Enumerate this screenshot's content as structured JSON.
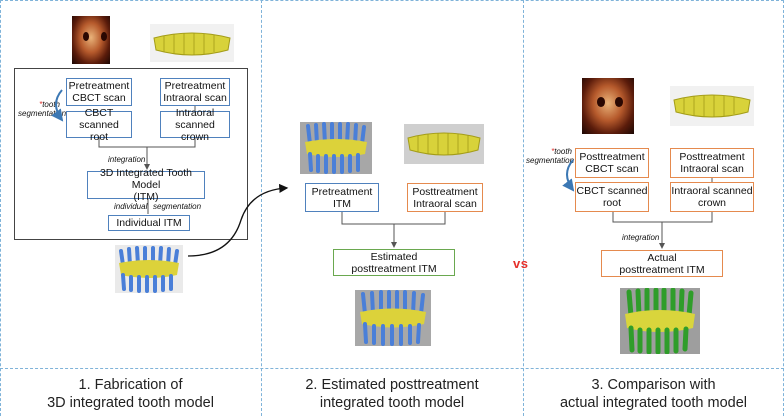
{
  "panel1": {
    "boxes": {
      "pre_cbct": "Pretreatment\nCBCT scan",
      "pre_intraoral": "Pretreatment\nIntraoral scan",
      "cbct_root": "CBCT scanned\nroot",
      "intraoral_crown": "Intraoral scanned\ncrown",
      "itm": "3D Integrated Tooth Model\n(ITM)",
      "individual_itm": "Individual ITM"
    },
    "seg_star": "*",
    "seg_label": "tooth\nsegmentation",
    "integration_label": "integration",
    "individual_label": "individual",
    "segmentation_label": "segmentation",
    "caption": "1.  Fabrication of\n3D integrated tooth model"
  },
  "panel2": {
    "boxes": {
      "pre_itm": "Pretreatment\nITM",
      "post_intraoral": "Posttreatment\nIntraoral scan",
      "estimated": "Estimated\nposttreatment ITM"
    },
    "caption": "2. Estimated posttreatment\nintegrated tooth model"
  },
  "panel3": {
    "boxes": {
      "post_cbct": "Posttreatment\nCBCT scan",
      "post_intraoral": "Posttreatment\nIntraoral scan",
      "cbct_root": "CBCT scanned\nroot",
      "intraoral_crown": "Intraoral scanned\ncrown",
      "actual": "Actual\nposttreatment ITM"
    },
    "seg_star": "*",
    "seg_label": "tooth\nsegmentation",
    "integration_label": "integration",
    "caption": "3. Comparison with\nactual integrated tooth model"
  },
  "vs": "vs",
  "colors": {
    "blue_box": "#4f81bd",
    "orange_box": "#e58a4e",
    "green_box": "#6aa84f",
    "vs_red": "#e5302a",
    "divider": "#7fb3d9"
  },
  "icons": [
    "skull-cbct-image",
    "dental-crown-scan-image",
    "integrated-tooth-model-image",
    "actual-itm-green-image"
  ]
}
